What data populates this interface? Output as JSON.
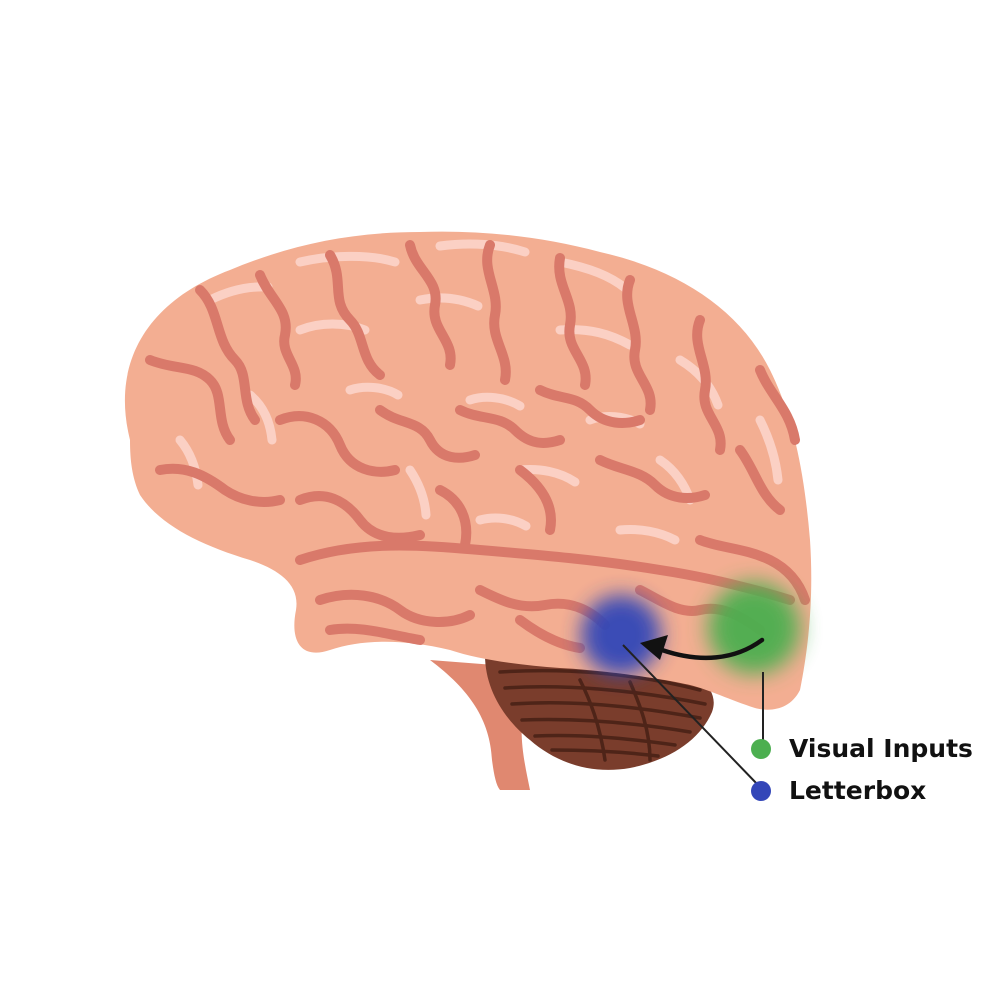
{
  "diagram": {
    "colors": {
      "brain_fill": "#f3ae92",
      "brain_fold": "#d9796a",
      "brain_highlight": "#fbd0c4",
      "brain_shadow": "#e99a82",
      "brainstem": "#e08870",
      "cerebellum": "#7a3d2c",
      "cerebellum_fold": "#4e2418",
      "visual_region": "#4caf50",
      "letterbox_region": "#3346b8",
      "arrow": "#111111"
    },
    "legend": [
      {
        "label": "Visual Inputs",
        "color": "#4caf50",
        "icon": "green-dot"
      },
      {
        "label": "Letterbox",
        "color": "#3346b8",
        "icon": "blue-dot"
      }
    ]
  }
}
